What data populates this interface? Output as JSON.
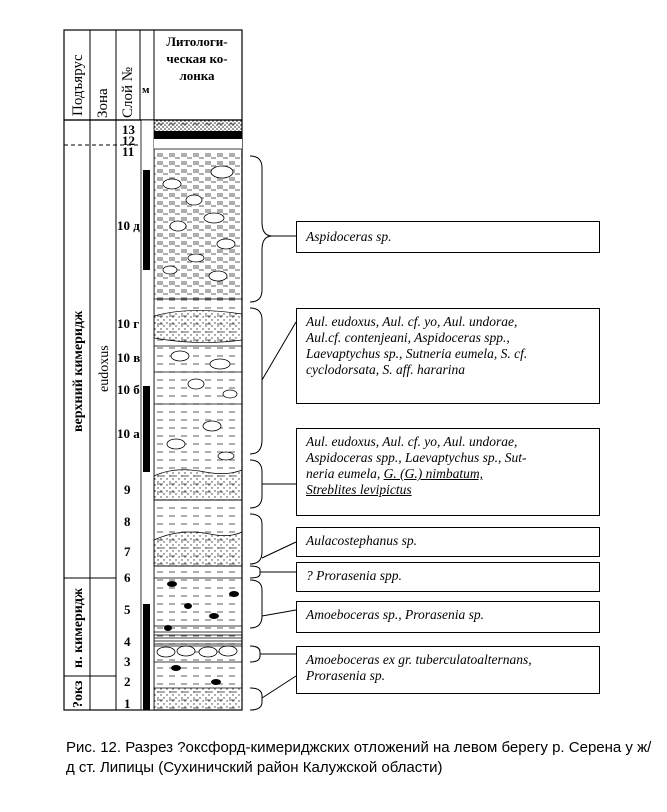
{
  "columns": {
    "substage": "Подъярус",
    "zone": "Зона",
    "layer_no": "Слой №",
    "meters": "м",
    "litho": [
      "Литологи-",
      "ческая ко-",
      "лонка"
    ]
  },
  "substages": {
    "upper": "верхний кимеридж",
    "lower": "н. кимеридж",
    "oxf": "?окз"
  },
  "zones": {
    "eudoxus": "eudoxus"
  },
  "layers": [
    "13",
    "12",
    "11",
    "10 д",
    "10 г",
    "10 в",
    "10 б",
    "10 а",
    "9",
    "8",
    "7",
    "6",
    "5",
    "4",
    "3",
    "2",
    "1"
  ],
  "fossils": {
    "box1": "Aspidoceras sp.",
    "box2": [
      "Aul. eudoxus, Aul. cf. yo, Aul. undorae,",
      "Aul.cf. contenjeani, Aspidoceras spp.,",
      "Laevaptychus sp., Sutneria eumela, S. cf.",
      "cyclodorsata, S. aff. hararina"
    ],
    "box3a": [
      "Aul. eudoxus, Aul. cf. yo, Aul. undorae,",
      "Aspidoceras spp., Laevaptychus sp., Sut-",
      "neria eumela,"
    ],
    "box3b": "G. (G.) nimbatum,",
    "box3c": "Streblites levipictus",
    "box4": "Aulacostephanus sp.",
    "box5": "? Prorasenia spp.",
    "box6": "Amoeboceras sp., Prorasenia sp.",
    "box7": [
      "Amoeboceras ex gr. tuberculatoalternans,",
      "Prorasenia sp."
    ]
  },
  "caption": "Рис. 12. Разрез ?оксфорд-кимериджских отложений на левом берегу р. Серена у ж/д ст. Липицы (Сухиничский район Калужской области)"
}
